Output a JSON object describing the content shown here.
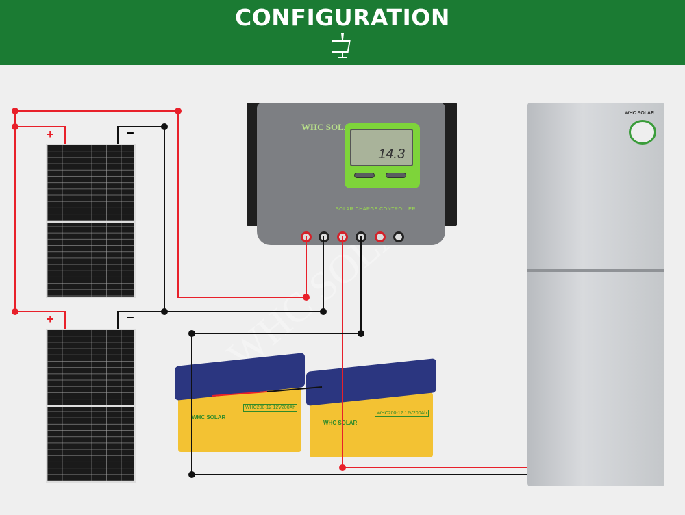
{
  "header": {
    "title": "CONFIGURATION",
    "icon": "solar-panel-icon",
    "bg_color": "#1b7b33"
  },
  "watermark": "WHC SOLAR",
  "panels": [
    {
      "plus": "+",
      "minus": "−"
    },
    {
      "plus": "+",
      "minus": "−"
    }
  ],
  "controller": {
    "brand": "WHC SOLAR",
    "label": "SOLAR CHARGE CONTROLLER",
    "display": "14.3"
  },
  "batteries": [
    {
      "brand": "WHC SOLAR",
      "model": "WHC200-12 12V200Ah"
    },
    {
      "brand": "WHC SOLAR",
      "model": "WHC200-12 12V200Ah"
    }
  ],
  "fridge": {
    "brand": "WHC SOLAR"
  },
  "wire_colors": {
    "positive": "#e8202a",
    "negative": "#111111"
  }
}
